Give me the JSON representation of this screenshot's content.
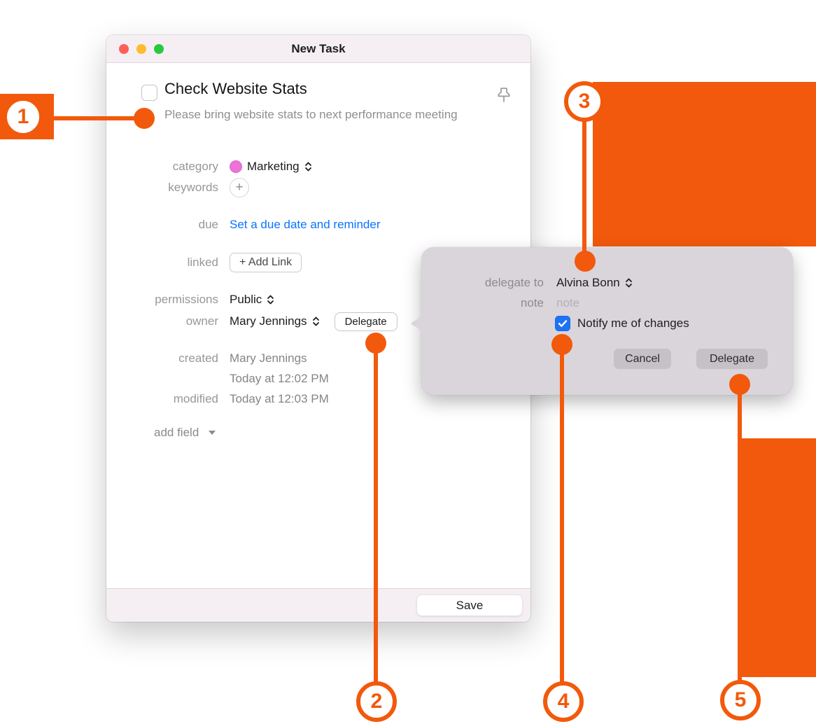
{
  "colors": {
    "accent_orange": "#F2590C",
    "link_blue": "#0A74FF",
    "checkbox_blue": "#1F72F5",
    "category_pink": "#EE72D8",
    "titlebar_bg": "#F5EFF4",
    "popover_bg": "#D9D5DA",
    "traffic_red": "#FF5F57",
    "traffic_yellow": "#FEBC2E",
    "traffic_green": "#28C840"
  },
  "window": {
    "title": "New Task",
    "task": {
      "title": "Check Website Stats",
      "note": "Please bring website stats to next performance meeting"
    },
    "fields": {
      "category": {
        "label": "category",
        "value": "Marketing"
      },
      "keywords": {
        "label": "keywords",
        "add_symbol": "+"
      },
      "due": {
        "label": "due",
        "value": "Set a due date and reminder"
      },
      "linked": {
        "label": "linked",
        "button": "+ Add Link"
      },
      "permissions": {
        "label": "permissions",
        "value": "Public"
      },
      "owner": {
        "label": "owner",
        "value": "Mary Jennings",
        "delegate_button": "Delegate"
      },
      "created": {
        "label": "created",
        "value": "Mary Jennings",
        "time": "Today at 12:02 PM"
      },
      "modified": {
        "label": "modified",
        "value": "Today at 12:03 PM"
      },
      "add_field": {
        "label": "add field"
      }
    },
    "save_label": "Save"
  },
  "popover": {
    "delegate_to": {
      "label": "delegate to",
      "value": "Alvina Bonn"
    },
    "note": {
      "label": "note",
      "placeholder": "note"
    },
    "notify": {
      "label": "Notify me of changes",
      "checked": true
    },
    "cancel_label": "Cancel",
    "delegate_label": "Delegate"
  },
  "callouts": {
    "labels": [
      "1",
      "2",
      "3",
      "4",
      "5"
    ]
  },
  "icons": {
    "pin_icon": "pushpin",
    "keywords_add_icon": "plus-circle",
    "chevron_updown_icon": "up-down chevrons",
    "add_field_caret_icon": "caret-down",
    "checkbox_check_icon": "checkmark"
  }
}
